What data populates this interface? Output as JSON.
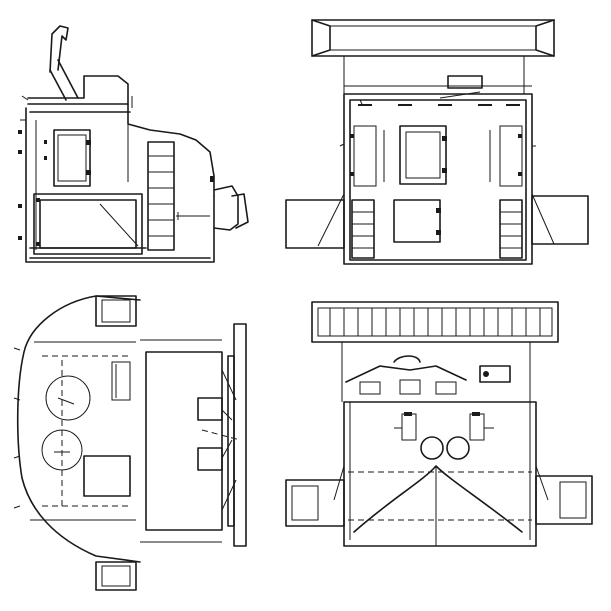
{
  "drawing": {
    "type": "orthographic line drawing",
    "views": [
      {
        "id": "side-elevation"
      },
      {
        "id": "end-elevation"
      },
      {
        "id": "plan-view"
      },
      {
        "id": "rear-elevation"
      }
    ],
    "line_color": "#1a1a1a",
    "background": "#ffffff"
  }
}
